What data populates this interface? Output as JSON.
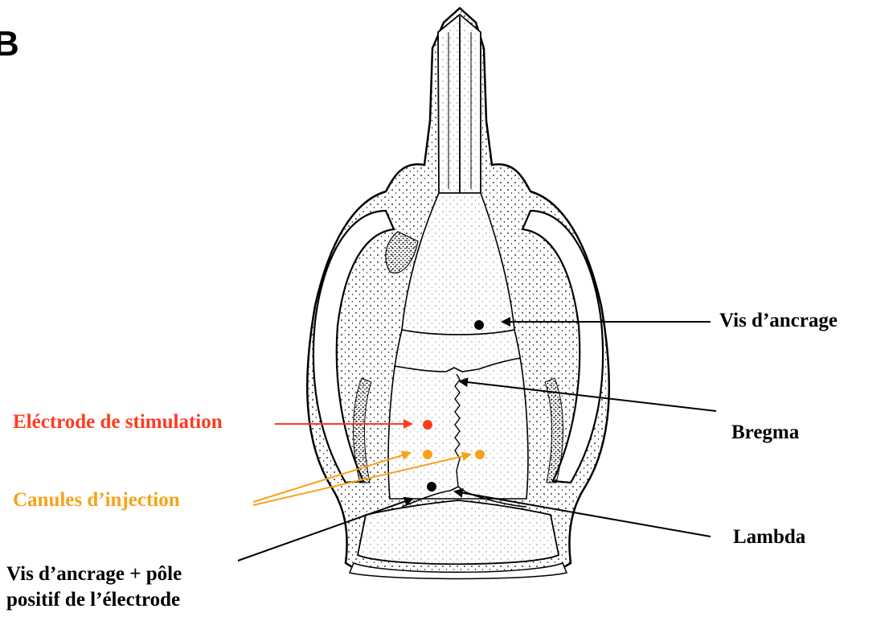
{
  "panel_letter": "B",
  "labels": {
    "vis_top": "Vis d’ancrage",
    "bregma": "Bregma",
    "electrode": "Eléctrode de stimulation",
    "canules": "Canules d’injection",
    "lambda": "Lambda",
    "vis_bottom_line1": "Vis d’ancrage + pôle",
    "vis_bottom_line2": "positif de l’électrode"
  },
  "colors": {
    "black": "#000000",
    "red": "#ff3b1f",
    "orange": "#f6a21a"
  }
}
